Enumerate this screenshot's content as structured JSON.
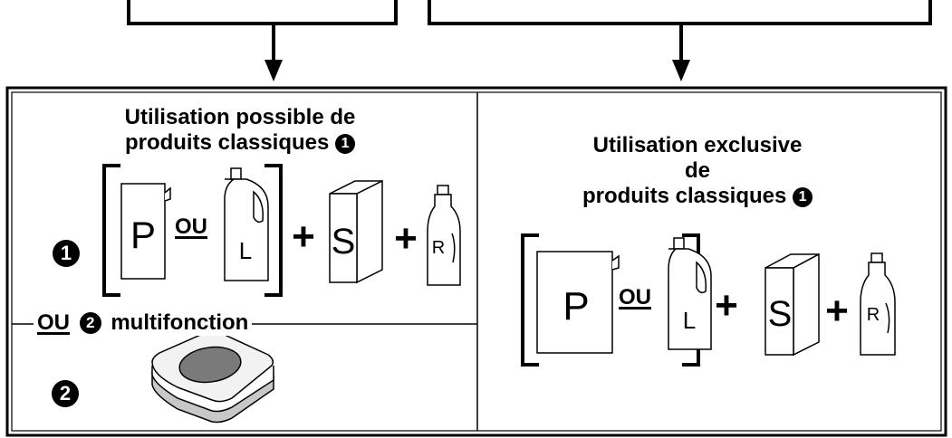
{
  "left_panel": {
    "title_line1": "Utilisation possible de",
    "title_line2": "produits classiques",
    "title_marker": "1",
    "row1_marker": "1",
    "row2_marker": "2",
    "ou_label": "OU",
    "separator_ou": "OU",
    "separator_marker": "2",
    "separator_text": "multifonction"
  },
  "right_panel": {
    "title_line1": "Utilisation exclusive",
    "title_line2": "de",
    "title_line3": "produits classiques",
    "title_marker": "1",
    "ou_label": "OU"
  },
  "products": {
    "powder_letter": "P",
    "liquid_letter": "L",
    "salt_letter": "S",
    "rinse_letter": "R",
    "plus": "+"
  }
}
